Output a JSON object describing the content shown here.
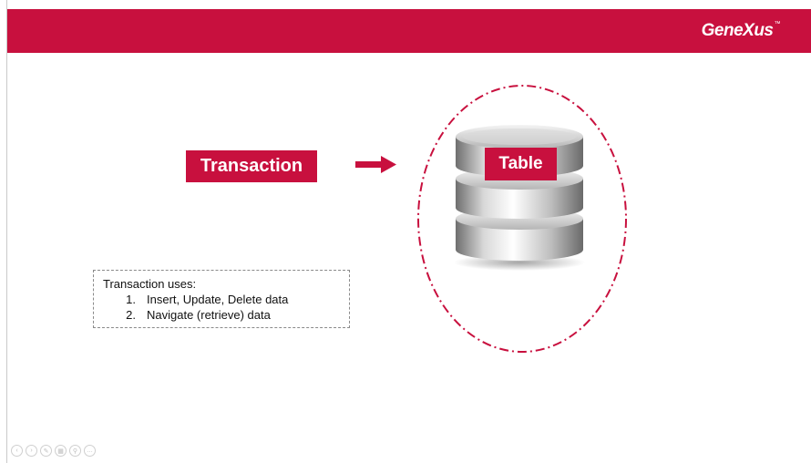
{
  "header": {
    "brand": "GeneXus",
    "brand_mark": "™",
    "color": "#c8103e"
  },
  "diagram": {
    "transaction_label": "Transaction",
    "table_label": "Table",
    "arrow_icon": "right-arrow-icon",
    "database_icon": "database-cylinder-icon"
  },
  "note": {
    "title": "Transaction uses:",
    "items": [
      {
        "num": "1.",
        "text": "Insert, Update, Delete data"
      },
      {
        "num": "2.",
        "text": "Navigate (retrieve) data"
      }
    ]
  },
  "controls": {
    "icons": [
      "previous-icon",
      "next-icon",
      "pen-icon",
      "slides-icon",
      "zoom-icon",
      "more-icon"
    ],
    "glyphs": [
      "‹",
      "›",
      "✎",
      "▦",
      "⚲",
      "…"
    ]
  }
}
